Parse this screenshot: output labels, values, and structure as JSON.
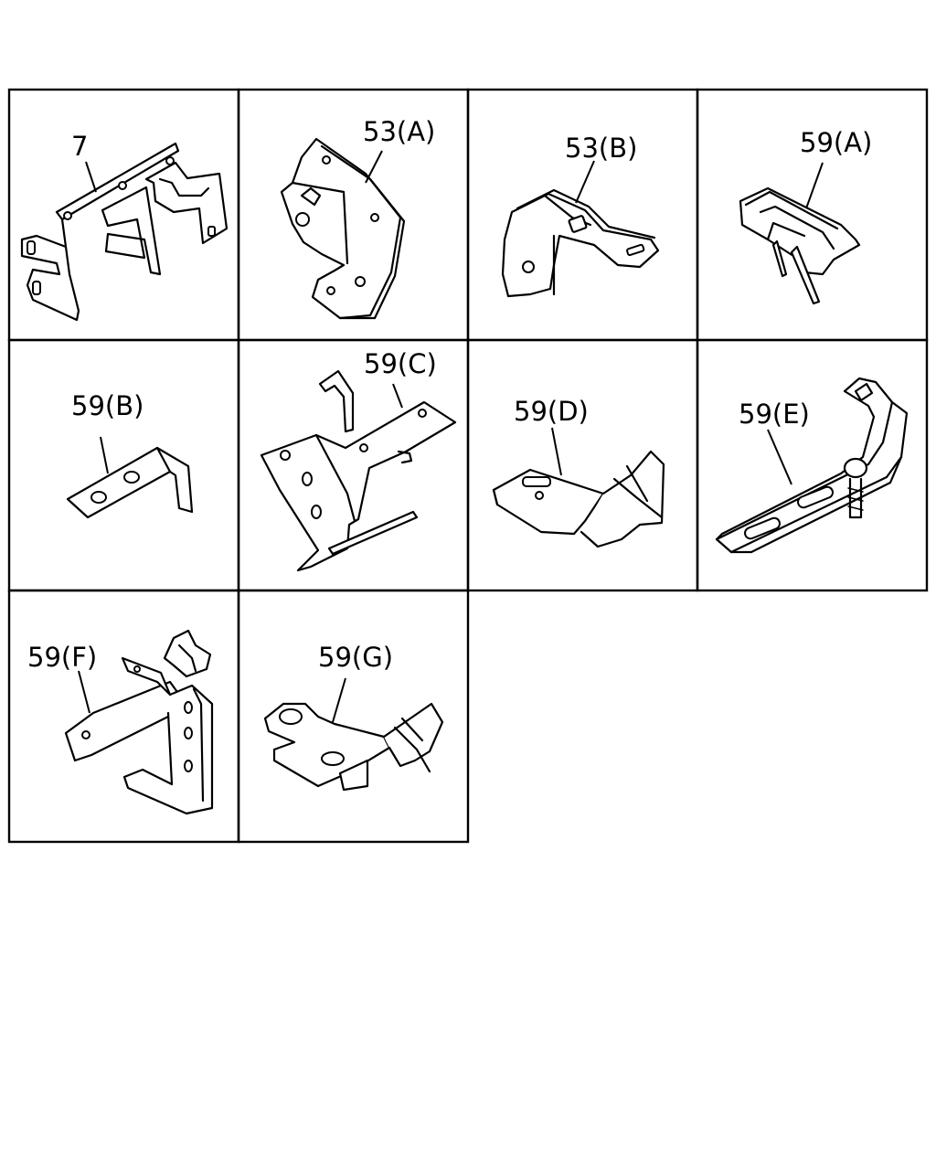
{
  "parts": [
    {
      "id": "cell-1",
      "label": "7"
    },
    {
      "id": "cell-2",
      "label": "53(A)"
    },
    {
      "id": "cell-3",
      "label": "53(B)"
    },
    {
      "id": "cell-4",
      "label": "59(A)"
    },
    {
      "id": "cell-5",
      "label": "59(B)"
    },
    {
      "id": "cell-6",
      "label": "59(C)"
    },
    {
      "id": "cell-7",
      "label": "59(D)"
    },
    {
      "id": "cell-8",
      "label": "59(E)"
    },
    {
      "id": "cell-9",
      "label": "59(F)"
    },
    {
      "id": "cell-10",
      "label": "59(G)"
    }
  ]
}
